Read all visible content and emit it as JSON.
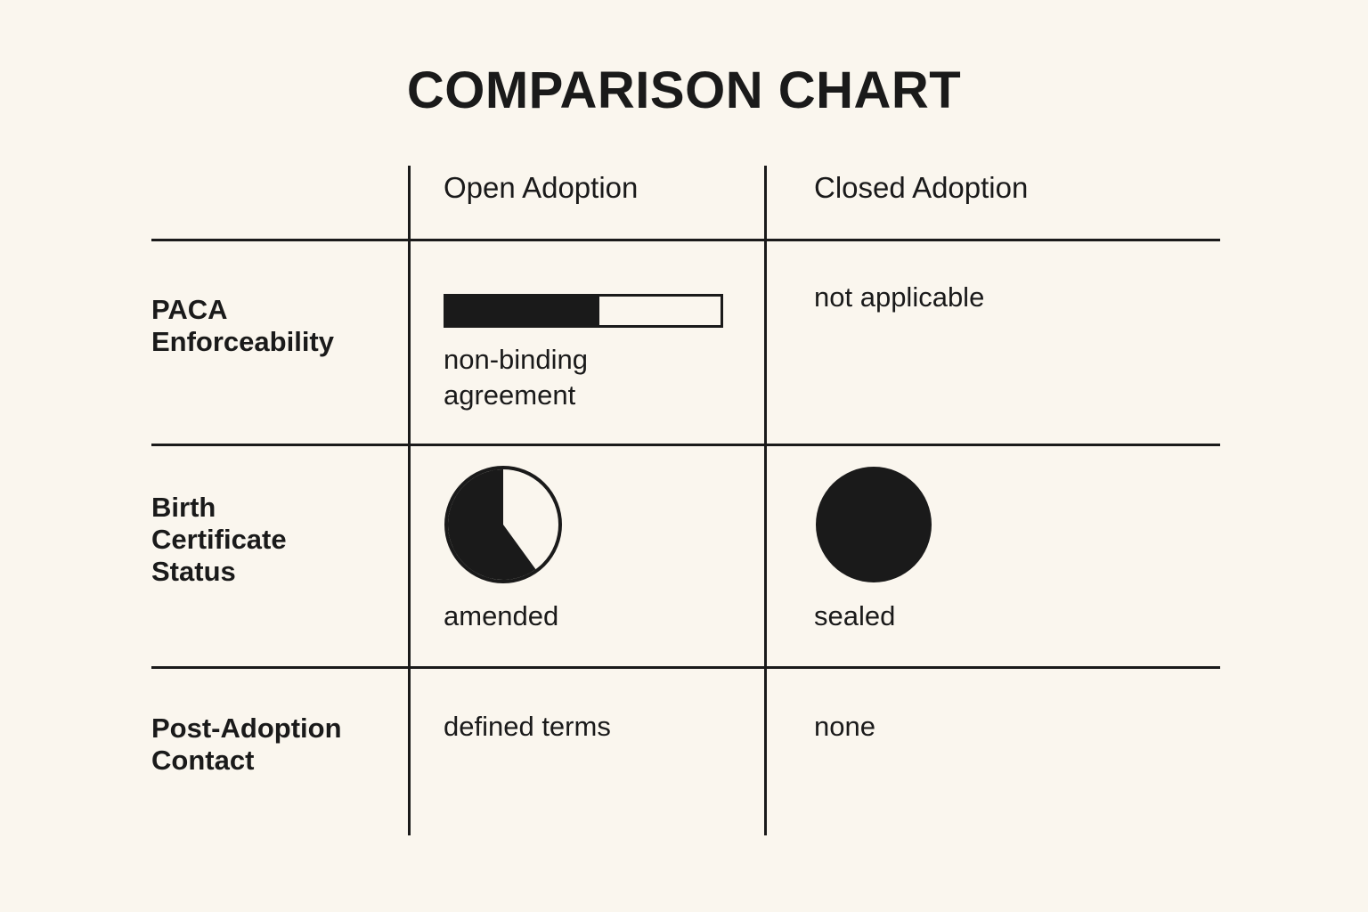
{
  "title": "COMPARISON CHART",
  "colors": {
    "background": "#faf6ee",
    "ink": "#1a1a1a"
  },
  "columns": [
    {
      "key": "label",
      "label": ""
    },
    {
      "key": "open",
      "label": "Open Adoption"
    },
    {
      "key": "closed",
      "label": "Closed Adoption"
    }
  ],
  "rows": [
    {
      "label": "PACA\nEnforceability",
      "label_line1": "PACA",
      "label_line2": "Enforceability",
      "open": {
        "graphic": "progress-bar",
        "fill_percent": 56,
        "caption": "non-binding agreement",
        "caption_line1": "non-binding",
        "caption_line2": "agreement"
      },
      "closed": {
        "graphic": "none",
        "text": "not applicable"
      }
    },
    {
      "label": "Birth Certificate Status",
      "label_line1": "Birth",
      "label_line2": "Certificate",
      "label_line3": "Status",
      "open": {
        "graphic": "pie-chart",
        "dark_percent": 60,
        "caption": "amended"
      },
      "closed": {
        "graphic": "filled-circle",
        "dark_percent": 100,
        "caption": "sealed"
      }
    },
    {
      "label": "Post-Adoption Contact",
      "label_line1": "Post-Adoption",
      "label_line2": "Contact",
      "open": {
        "graphic": "none",
        "text": "defined terms"
      },
      "closed": {
        "graphic": "none",
        "text": "none"
      }
    }
  ],
  "chart_data": {
    "type": "table",
    "title": "COMPARISON CHART",
    "categories": [
      "PACA Enforceability",
      "Birth Certificate Status",
      "Post-Adoption Contact"
    ],
    "series": [
      {
        "name": "Open Adoption",
        "values": [
          "non-binding agreement",
          "amended",
          "defined terms"
        ],
        "numeric": [
          56,
          60,
          null
        ],
        "glyphs": [
          "progress-bar",
          "pie-chart",
          "text"
        ]
      },
      {
        "name": "Closed Adoption",
        "values": [
          "not applicable",
          "sealed",
          "none"
        ],
        "numeric": [
          null,
          100,
          null
        ],
        "glyphs": [
          "text",
          "filled-circle",
          "text"
        ]
      }
    ],
    "xlabel": "",
    "ylabel": "",
    "legend": "none",
    "grid": true
  }
}
